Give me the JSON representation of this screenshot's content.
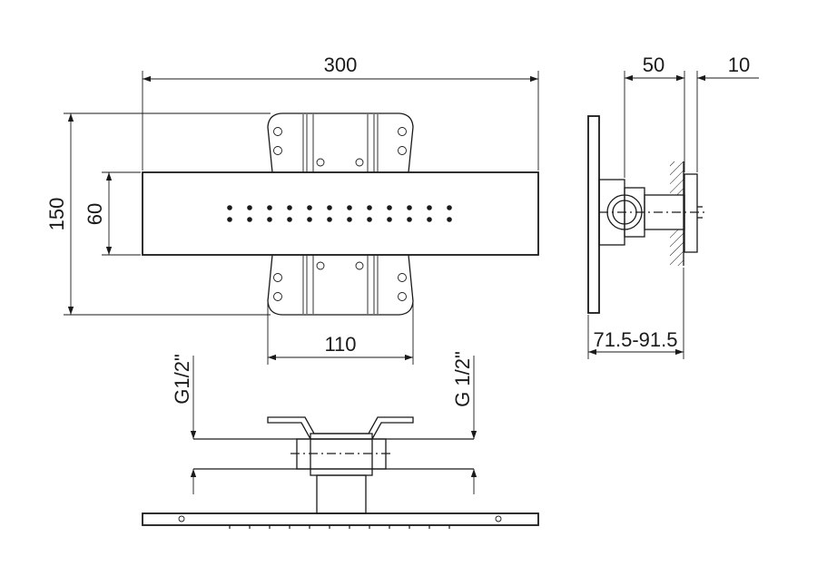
{
  "dimensions": {
    "width_300": "300",
    "height_150": "150",
    "height_60": "60",
    "bracket_110": "110",
    "depth_50": "50",
    "depth_10": "10",
    "range_715_915": "71.5-91.5",
    "thread_left": "G1/2\"",
    "thread_right": "G 1/2\""
  },
  "colors": {
    "line": "#1a1a1a",
    "background": "#ffffff"
  }
}
